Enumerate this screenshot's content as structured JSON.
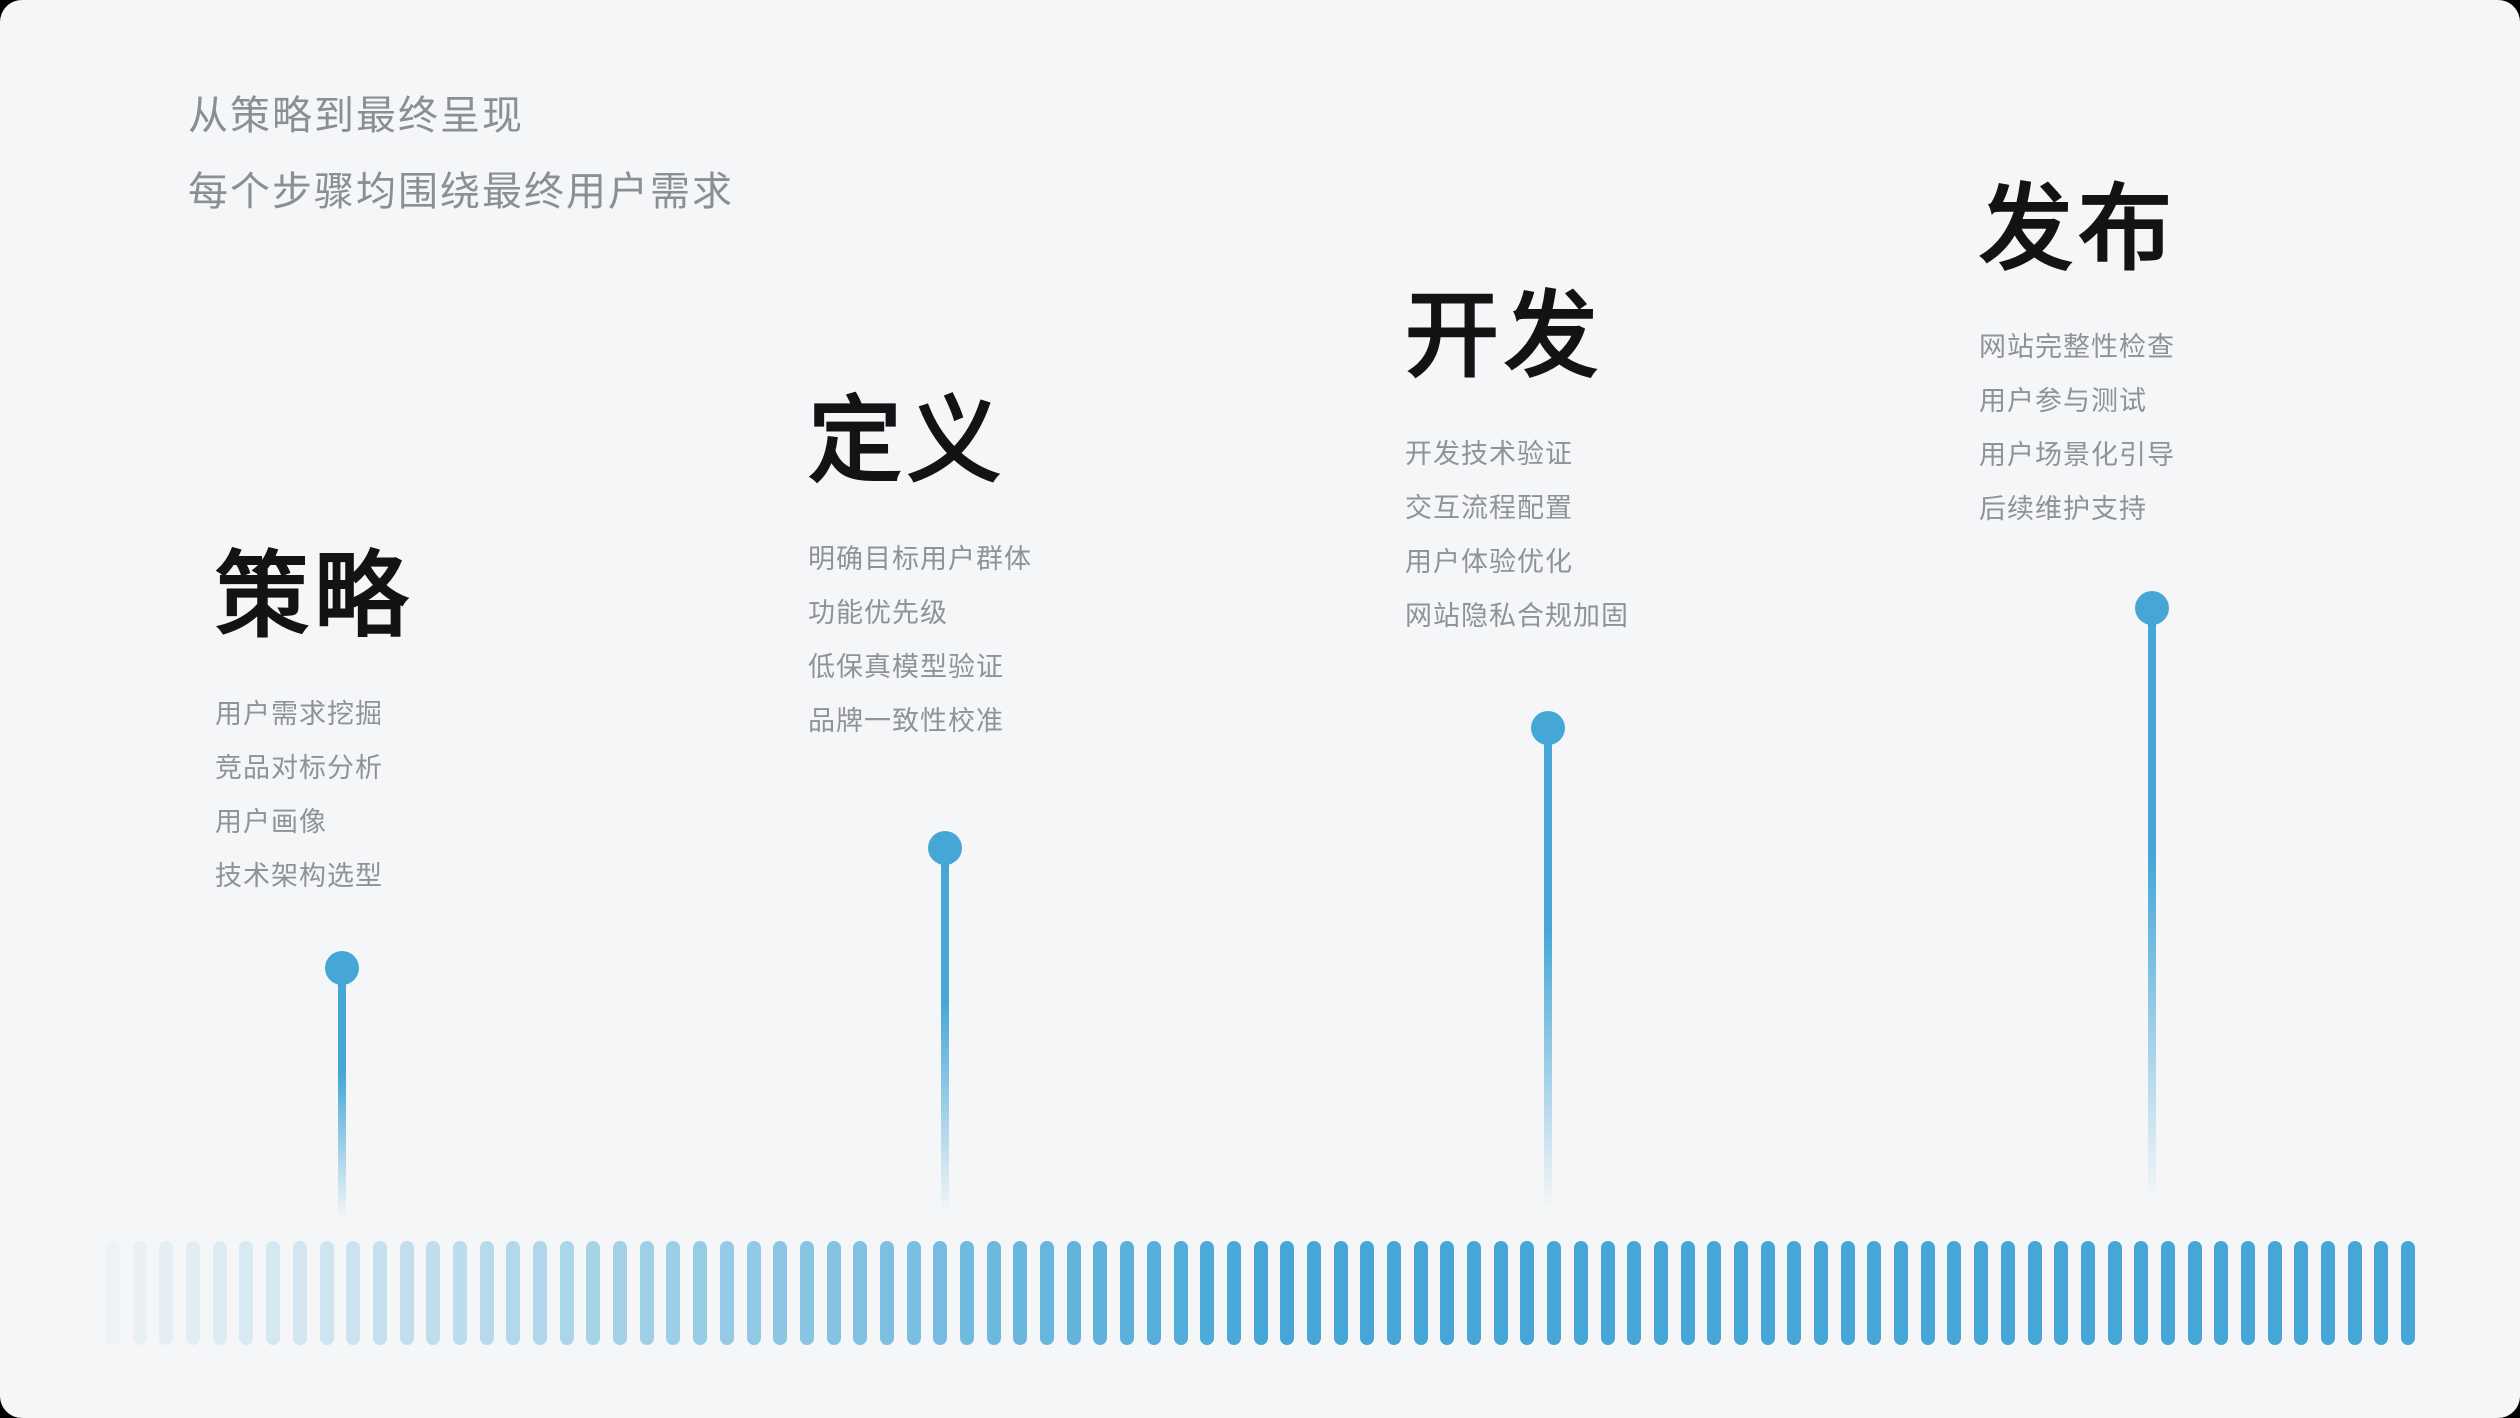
{
  "header": {
    "line1": "从策略到最终呈现",
    "line2": "每个步骤均围绕最终用户需求"
  },
  "stages": [
    {
      "title": "策略",
      "items": [
        "用户需求挖掘",
        "竞品对标分析",
        "用户画像",
        "技术架构选型"
      ]
    },
    {
      "title": "定义",
      "items": [
        "明确目标用户群体",
        "功能优先级",
        "低保真模型验证",
        "品牌一致性校准"
      ]
    },
    {
      "title": "开发",
      "items": [
        "开发技术验证",
        "交互流程配置",
        "用户体验优化",
        "网站隐私合规加固"
      ]
    },
    {
      "title": "发布",
      "items": [
        "网站完整性检查",
        "用户参与测试",
        "用户场景化引导",
        "后续维护支持"
      ]
    }
  ],
  "colors": {
    "accent": "#46a7d7",
    "canvas_background": "#f5f6f7",
    "heading_text": "#131316",
    "muted_text": "#8f9296"
  },
  "timeline": {
    "bar_count": 87,
    "marker_shape": "circle",
    "direction": "ascending-right"
  }
}
